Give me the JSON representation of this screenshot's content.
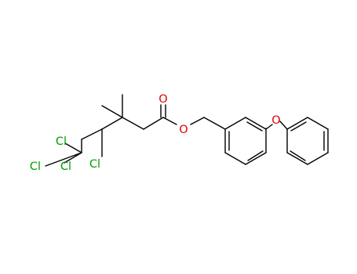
{
  "colors": {
    "bond": "#000000",
    "chlorine": "#00a000",
    "oxygen": "#e00000"
  },
  "atoms": {
    "cl_top": "Cl",
    "cl_left": "Cl",
    "cl_right": "Cl",
    "cl_c4": "Cl",
    "o_carbonyl": "O",
    "o_ester": "O",
    "o_ether": "O"
  }
}
